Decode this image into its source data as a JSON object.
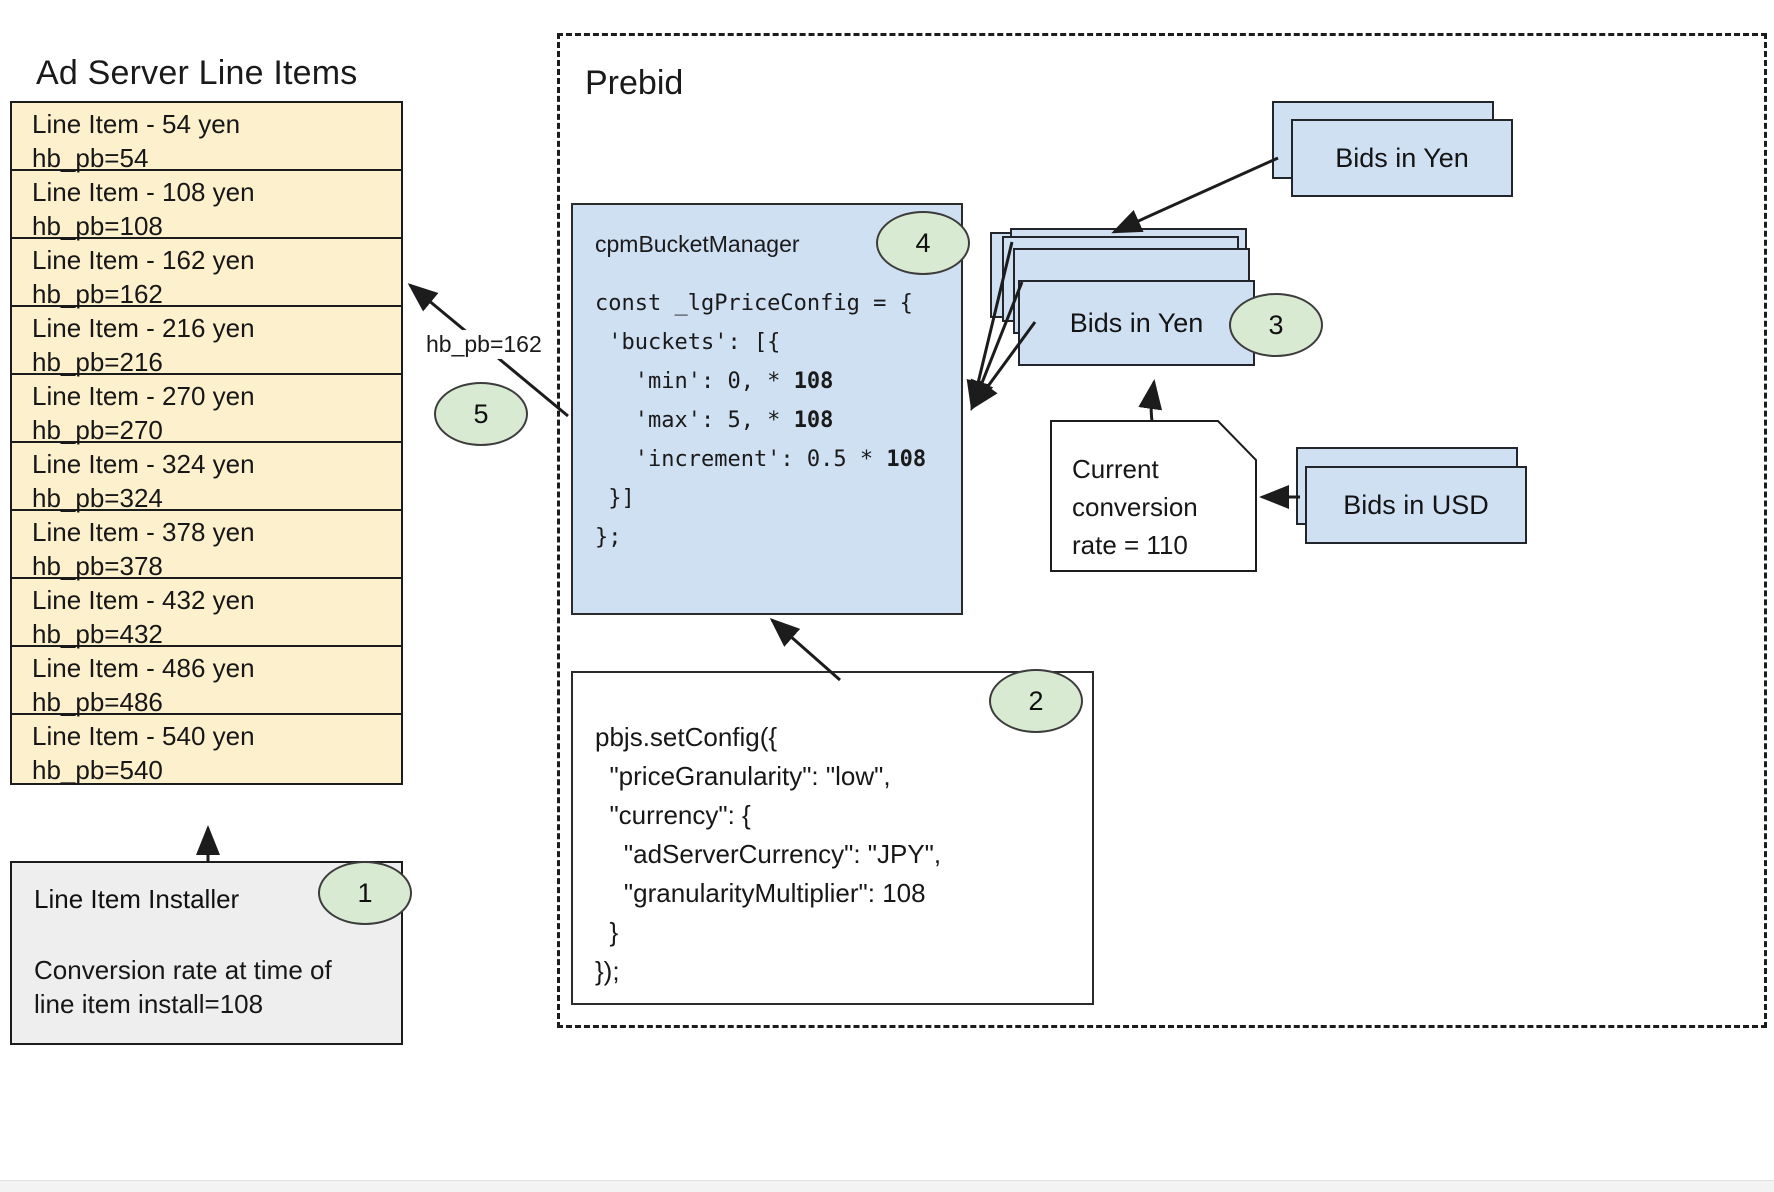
{
  "left_panel": {
    "title": "Ad Server Line Items",
    "line_items": [
      {
        "name": "Line Item - 54 yen",
        "key": "hb_pb=54"
      },
      {
        "name": "Line Item - 108 yen",
        "key": "hb_pb=108"
      },
      {
        "name": "Line Item - 162 yen",
        "key": "hb_pb=162"
      },
      {
        "name": "Line Item - 216 yen",
        "key": "hb_pb=216"
      },
      {
        "name": "Line Item - 270 yen",
        "key": "hb_pb=270"
      },
      {
        "name": "Line Item - 324 yen",
        "key": "hb_pb=324"
      },
      {
        "name": "Line Item - 378 yen",
        "key": "hb_pb=378"
      },
      {
        "name": "Line Item - 432 yen",
        "key": "hb_pb=432"
      },
      {
        "name": "Line Item - 486 yen",
        "key": "hb_pb=486"
      },
      {
        "name": "Line Item - 540 yen",
        "key": "hb_pb=540"
      }
    ],
    "installer": {
      "title": "Line Item Installer",
      "note": "Conversion rate at time of\nline item install=108"
    }
  },
  "prebid": {
    "title": "Prebid",
    "cpm_bucket_manager": {
      "title": "cpmBucketManager",
      "code": "const _lgPriceConfig = {\n 'buckets': [{\n   'min': 0, * 108\n   'max': 5, * 108\n   'increment': 0.5 * 108\n }]\n};"
    },
    "set_config": {
      "code": "pbjs.setConfig({\n  \"priceGranularity\": \"low\",\n  \"currency\": {\n    \"adServerCurrency\": \"JPY\",\n    \"granularityMultiplier\": 108\n  }\n});"
    }
  },
  "bids": {
    "yen_incoming_label": "Bids in Yen",
    "yen_stack_label": "Bids in Yen",
    "usd_label": "Bids in USD"
  },
  "conversion_note": {
    "text": "Current\nconversion\nrate = 110"
  },
  "edges": {
    "hb_pb_label": "hb_pb=162"
  },
  "callouts": {
    "one": "1",
    "two": "2",
    "three": "3",
    "four": "4",
    "five": "5"
  },
  "colors": {
    "line_item_fill": "#fdf0cd",
    "card_fill": "#cfe0f3",
    "callout_fill": "#d9ead3",
    "installer_fill": "#eeeeee",
    "stroke": "#1c1c1c"
  }
}
